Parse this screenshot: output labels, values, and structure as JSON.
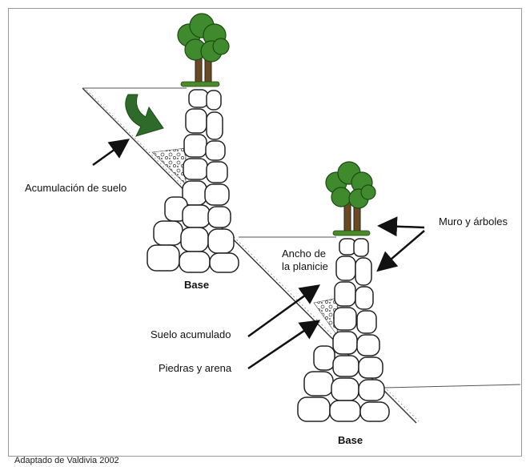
{
  "figure": {
    "labels": {
      "soil_accumulation": "Acumulación de suelo",
      "wall_and_trees": "Muro y árboles",
      "plain_width": "Ancho de\nla planicie",
      "accumulated_soil": "Suelo acumulado",
      "stones_and_sand": "Piedras y arena",
      "base_upper": "Base",
      "base_lower": "Base"
    },
    "credit": "Adaptado de Valdivia 2002",
    "colors": {
      "foliage": "#3f8a2c",
      "foliage_dark": "#2b6a1e",
      "trunk": "#6b4a22",
      "grass": "#4b8a2a",
      "flow_arrow": "#2e6b2a",
      "ink": "#111111"
    }
  }
}
